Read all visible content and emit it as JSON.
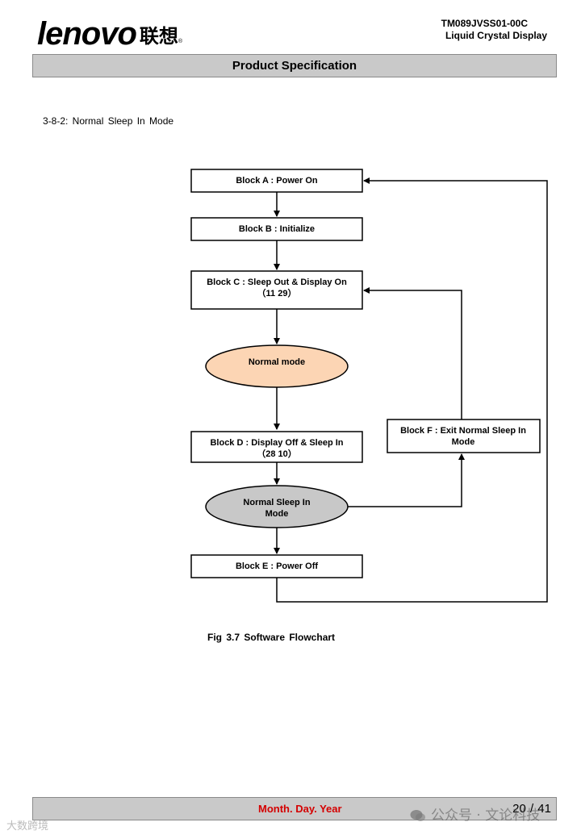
{
  "header": {
    "logo_latin": "lenovo",
    "logo_cjk": "联想",
    "logo_reg": "®",
    "doc_code": "TM089JVSS01-00C",
    "doc_type": "Liquid Crystal Display",
    "title": "Product Specification"
  },
  "section": {
    "heading": "3-8-2:  Normal  Sleep In Mode"
  },
  "flowchart": {
    "block_a": "Block A : Power On",
    "block_b": "Block B : Initialize",
    "block_c_line1": "Block C : Sleep Out & Display On",
    "block_c_line2": "（11 29）",
    "normal_mode": "Normal mode",
    "block_d_line1": "Block D : Display Off & Sleep In",
    "block_d_line2": "（28   10）",
    "sleep_mode_line1": "Normal Sleep In",
    "sleep_mode_line2": "Mode",
    "block_e": "Block E : Power Off",
    "block_f_line1": "Block F : Exit Normal Sleep In",
    "block_f_line2": "Mode",
    "colors": {
      "normal_mode_fill": "#fcd5b4",
      "sleep_mode_fill": "#c8c8c8"
    }
  },
  "caption": "Fig 3.7  Software Flowchart",
  "footer": {
    "date": "Month. Day. Year",
    "page": "20 / 41"
  },
  "watermarks": {
    "right": "公众号 · 文论科技",
    "left": "大数跨境"
  }
}
